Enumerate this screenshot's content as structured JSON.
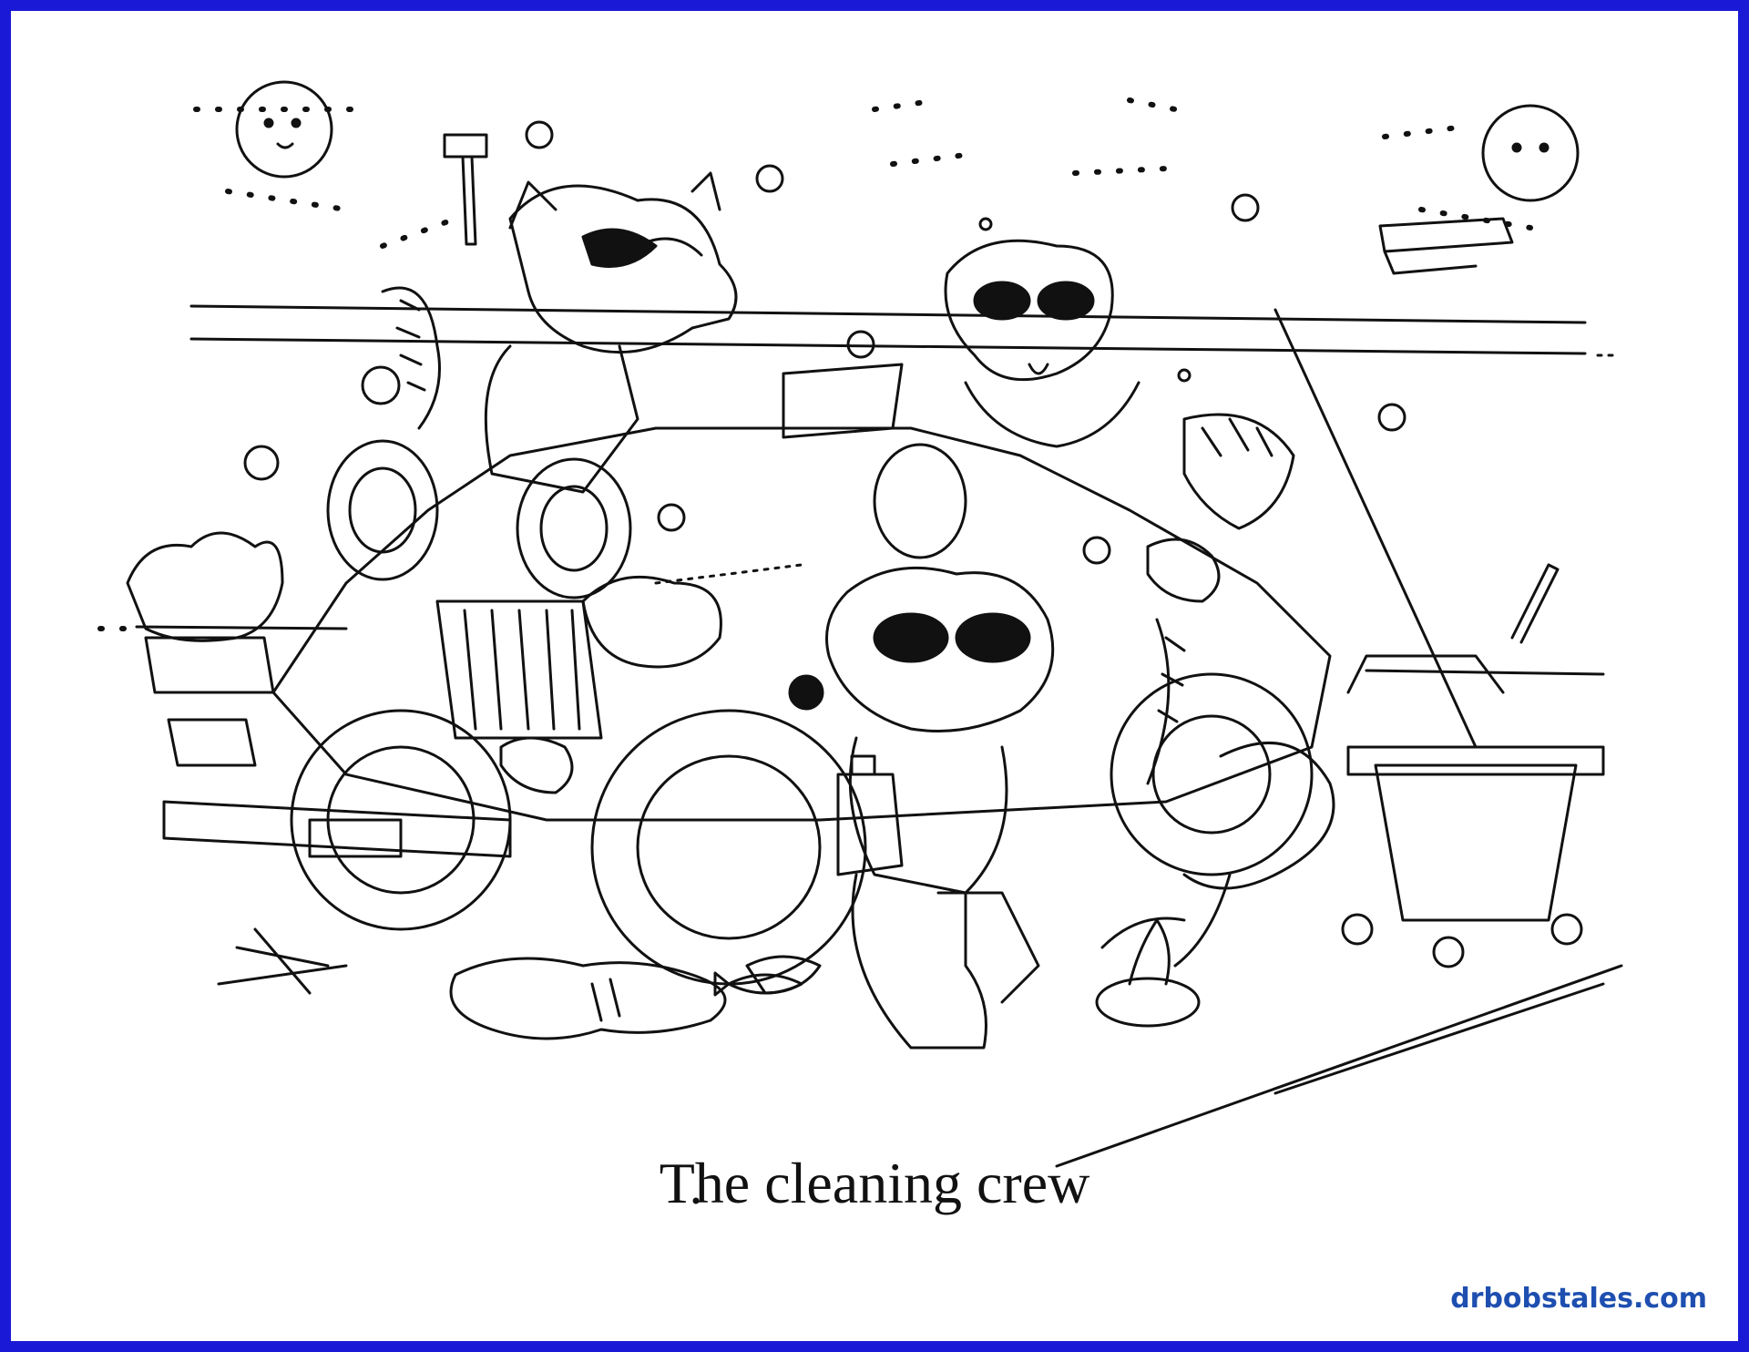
{
  "caption": "The cleaning crew",
  "site": {
    "link_text": "drbobstales.com"
  },
  "colors": {
    "border": "#1a1ad6",
    "ink": "#111111",
    "link": "#1e4fb0",
    "paper": "#ffffff"
  },
  "illustration": {
    "subject": "line-art coloring page"
  }
}
